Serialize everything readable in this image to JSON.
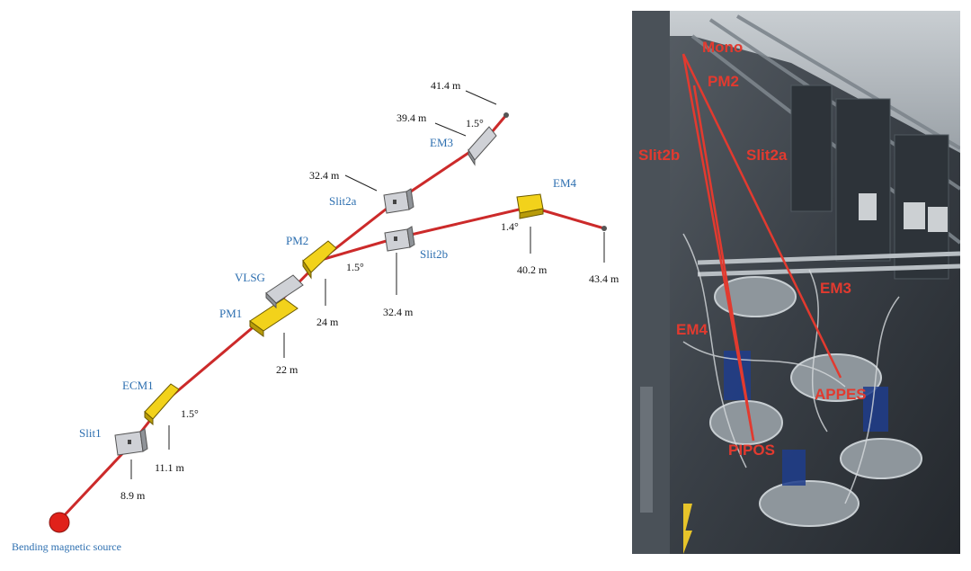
{
  "diagram": {
    "components": {
      "source": "Bending magnetic source",
      "slit1": "Slit1",
      "ecm1": "ECM1",
      "pm1": "PM1",
      "vlsg": "VLSG",
      "pm2": "PM2",
      "slit2a": "Slit2a",
      "slit2b": "Slit2b",
      "em3": "EM3",
      "em4": "EM4"
    },
    "distances": {
      "slit1": "8.9 m",
      "ecm1": "11.1 m",
      "pm1": "22 m",
      "pm2": "24 m",
      "slit2a": "32.4 m",
      "slit2b": "32.4 m",
      "em3": "39.4 m",
      "em3_end": "41.4 m",
      "em4": "40.2 m",
      "em4_end": "43.4 m"
    },
    "angles": {
      "ecm1": "1.5°",
      "pm2": "1.5°",
      "em3": "1.5°",
      "em4": "1.4°"
    },
    "colors": {
      "beam": "#cc2a2a",
      "mirror": "#f2d21b",
      "slit": "#cfd1d6",
      "source": "#e0211a",
      "label": "#2d6fb0"
    }
  },
  "photo": {
    "labels": {
      "mono": "Mono",
      "pm2": "PM2",
      "slit2b": "Slit2b",
      "slit2a": "Slit2a",
      "em3": "EM3",
      "em4": "EM4",
      "appes": "APPES",
      "pipos": "PIPOS"
    }
  }
}
